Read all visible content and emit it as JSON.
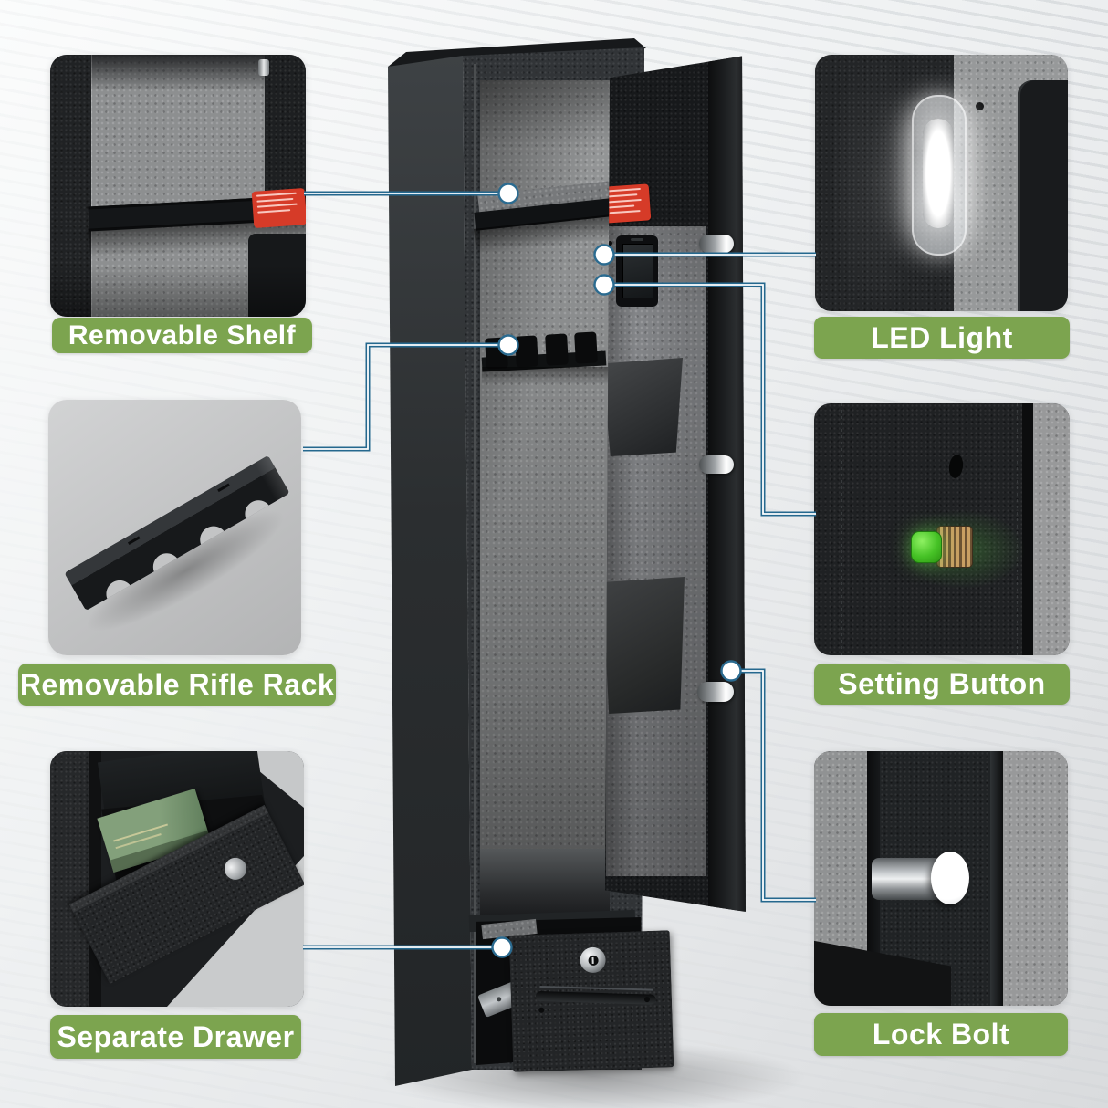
{
  "features": [
    {
      "id": "removable-shelf",
      "label": "Removable Shelf"
    },
    {
      "id": "removable-rifle-rack",
      "label": "Removable Rifle Rack"
    },
    {
      "id": "separate-drawer",
      "label": "Separate Drawer"
    },
    {
      "id": "led-light",
      "label": "LED Light"
    },
    {
      "id": "setting-button",
      "label": "Setting Button"
    },
    {
      "id": "lock-bolt",
      "label": "Lock Bolt"
    }
  ],
  "colors": {
    "label_green": "#7ca44f",
    "leader_blue": "#25688e",
    "warning_red": "#d63b28",
    "button_green": "#46c226",
    "felt_gray": "#8d8f90",
    "safe_black": "#202325"
  },
  "icons": {
    "callout-marker": "white-dot-with-blue-ring",
    "drawer-keyhole": "chrome-circle-with-slot",
    "led-lens": "glowing-vertical-pill",
    "lock-bolt": "chrome-cylinder"
  }
}
